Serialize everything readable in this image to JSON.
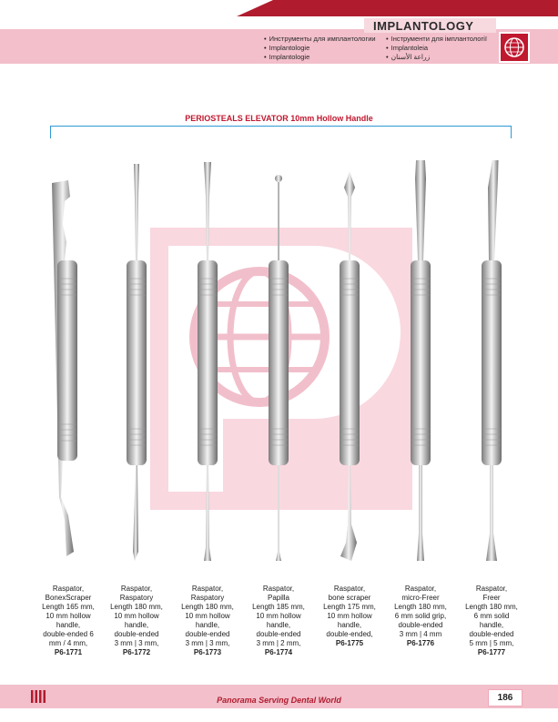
{
  "header": {
    "title": "IMPLANTOLOGY",
    "languages_left": [
      "Инструменты для имплантологии",
      "Implantologie",
      "Implantologie"
    ],
    "languages_right": [
      "Інструменти для імплантології",
      "Implantoleia",
      "زراعة الأسنان"
    ]
  },
  "section_title": "PERIOSTEALS ELEVATOR 10mm Hollow Handle",
  "products": [
    {
      "lines": [
        "Raspator,",
        "BonexScraper",
        "Length 165 mm,",
        "10 mm hollow",
        "handle,",
        "double-ended 6",
        "mm / 4 mm,"
      ],
      "code": "P6-1771"
    },
    {
      "lines": [
        "Raspator,",
        "Raspatory",
        "Length 180 mm,",
        "10 mm hollow",
        "handle,",
        "double-ended",
        "3 mm | 3 mm,"
      ],
      "code": "P6-1772"
    },
    {
      "lines": [
        "Raspator,",
        "Raspatory",
        "Length 180 mm,",
        "10 mm hollow",
        "handle,",
        "double-ended",
        "3 mm | 3 mm,"
      ],
      "code": "P6-1773"
    },
    {
      "lines": [
        "Raspator,",
        "Papilla",
        "Length 185 mm,",
        "10 mm hollow",
        "handle,",
        "double-ended",
        "3 mm | 2 mm,"
      ],
      "code": "P6-1774"
    },
    {
      "lines": [
        "Raspator,",
        "bone scraper",
        "Length 175 mm,",
        "10 mm hollow",
        "handle,",
        "double-ended,"
      ],
      "code": "P6-1775"
    },
    {
      "lines": [
        "Raspator,",
        "micro-Freer",
        "Length 180 mm,",
        "6 mm solid grip,",
        "double-ended",
        "3 mm | 4 mm"
      ],
      "code": "P6-1776"
    },
    {
      "lines": [
        "Raspator,",
        "Freer",
        "Length 180 mm,",
        "6 mm solid",
        "handle,",
        "double-ended",
        "5 mm | 5 mm,"
      ],
      "code": "P6-1777"
    }
  ],
  "footer": {
    "text": "Panorama Serving Dental World",
    "page_number": "186"
  },
  "colors": {
    "brand_red": "#c0182f",
    "header_pink": "#f2bfcb",
    "bracket_blue": "#2f9ad4"
  }
}
